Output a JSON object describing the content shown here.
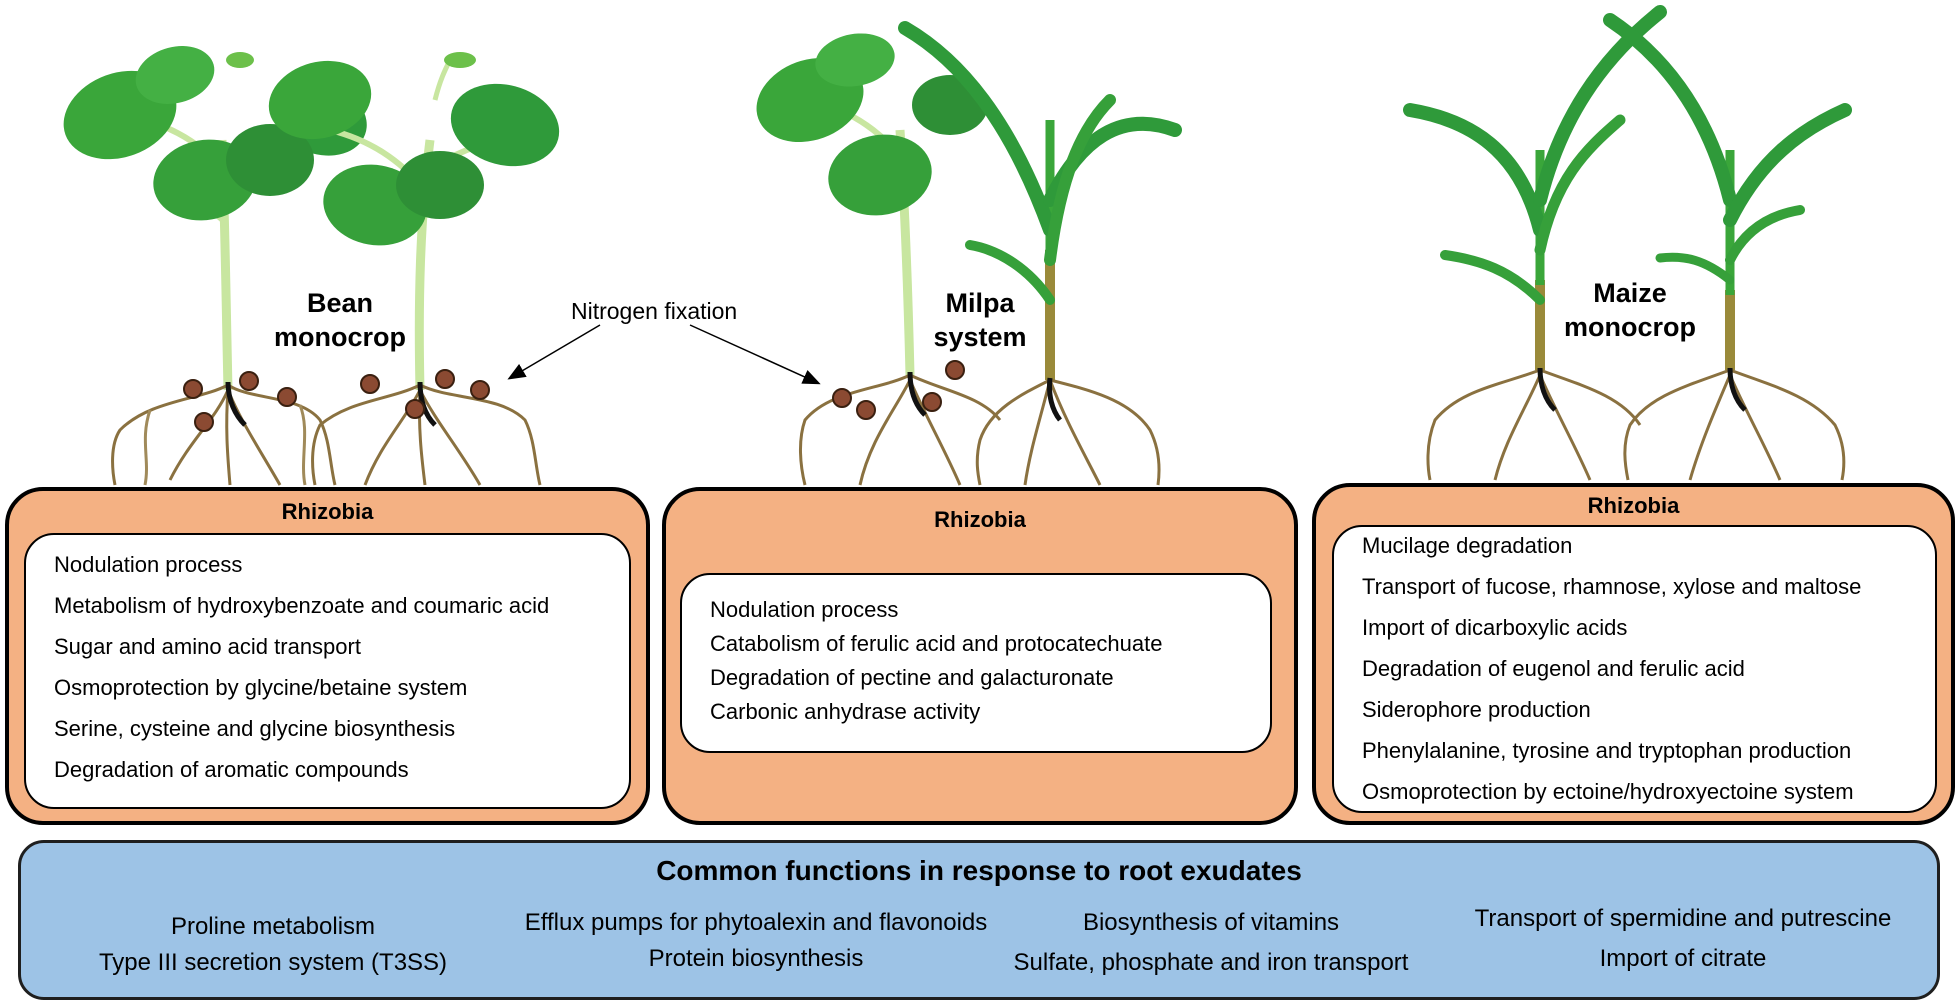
{
  "systems": [
    {
      "name": "Bean\nmonocrop",
      "rhizobia_title": "Rhizobia",
      "functions": [
        "Nodulation process",
        "Metabolism of hydroxybenzoate and coumaric acid",
        "Sugar and amino acid transport",
        "Osmoprotection by glycine/betaine system",
        "Serine, cysteine and glycine biosynthesis",
        "Degradation of aromatic compounds"
      ]
    },
    {
      "name": "Milpa\nsystem",
      "rhizobia_title": "Rhizobia",
      "functions": [
        "Nodulation process",
        "Catabolism of ferulic acid and protocatechuate",
        "Degradation of pectine and galacturonate",
        "Carbonic anhydrase activity"
      ]
    },
    {
      "name": "Maize\nmonocrop",
      "rhizobia_title": "Rhizobia",
      "functions": [
        "Mucilage degradation",
        "Transport of fucose, rhamnose, xylose and maltose",
        "Import of dicarboxylic acids",
        "Degradation of eugenol and ferulic acid",
        "Siderophore production",
        "Phenylalanine, tyrosine and tryptophan production",
        "Osmoprotection by ectoine/hydroxyectoine system"
      ]
    }
  ],
  "nitrogen_label": "Nitrogen fixation",
  "common": {
    "title": "Common functions in response to root exudates",
    "items": [
      "Proline metabolism",
      "Type III secretion system (T3SS)",
      "Efflux pumps for phytoalexin and flavonoids",
      "Protein biosynthesis",
      "Biosynthesis of vitamins",
      "Sulfate, phosphate and iron transport",
      "Transport of spermidine and putrescine",
      "Import of citrate"
    ]
  },
  "colors": {
    "panel_fill": "#f4b183",
    "common_fill": "#9dc3e6",
    "leaf": "#3aa63a",
    "root": "#8a7140",
    "nodule": "#8b4a32"
  }
}
